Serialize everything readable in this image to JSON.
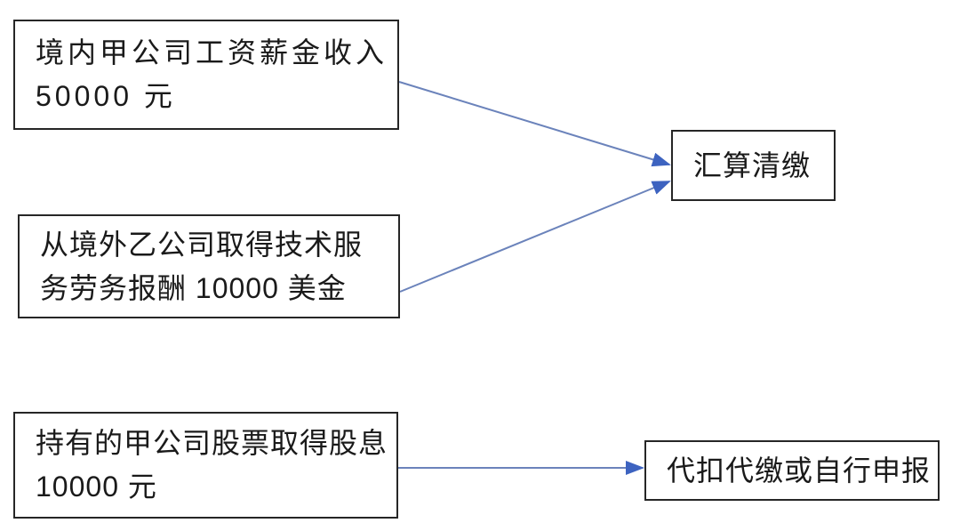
{
  "diagram": {
    "nodes": {
      "salary": {
        "line1": "境内甲公司工资薪金收入",
        "line2": "50000 元"
      },
      "service": {
        "line1": "从境外乙公司取得技术服",
        "line2": "务劳务报酬 10000 美金"
      },
      "dividend": {
        "line1": "持有的甲公司股票取得股息",
        "line2": "10000 元"
      },
      "settlement": {
        "label": "汇算清缴"
      },
      "withholding": {
        "label": "代扣代缴或自行申报"
      }
    },
    "colors": {
      "arrow_line": "#6b83bb",
      "arrow_head": "#3d63c0",
      "box_border": "#262626"
    }
  }
}
